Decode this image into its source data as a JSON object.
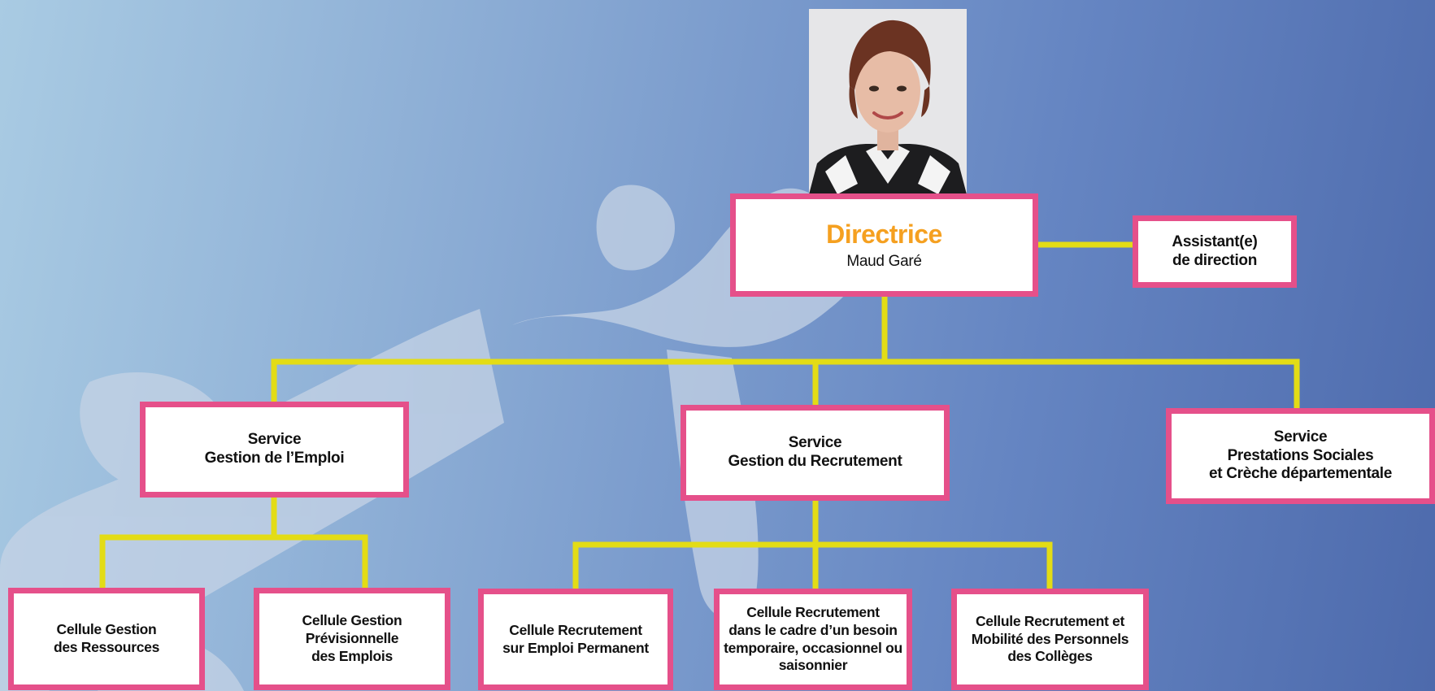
{
  "directrice": {
    "role": "Directrice",
    "name": "Maud Garé"
  },
  "assistant": {
    "line1": "Assistant(e)",
    "line2": "de direction"
  },
  "services": [
    {
      "line1": "Service",
      "line2": "Gestion de l’Emploi"
    },
    {
      "line1": "Service",
      "line2": "Gestion du Recrutement"
    },
    {
      "line1": "Service",
      "line2": "Prestations Sociales",
      "line3": "et Crèche départementale"
    }
  ],
  "cellules": [
    {
      "line1": "Cellule Gestion",
      "line2": "des Ressources"
    },
    {
      "line1": "Cellule Gestion",
      "line2": "Prévisionnelle",
      "line3": "des Emplois"
    },
    {
      "line1": "Cellule Recrutement",
      "line2": "sur Emploi Permanent"
    },
    {
      "line1": "Cellule Recrutement",
      "line2": "dans le cadre d’un besoin",
      "line3": "temporaire, occasionnel ou",
      "line4": "saisonnier"
    },
    {
      "line1": "Cellule Recrutement et",
      "line2": "Mobilité des Personnels",
      "line3": "des Collèges"
    }
  ],
  "colors": {
    "box_border": "#e5508a",
    "connector": "#e3dc15",
    "title_accent": "#f5a020"
  }
}
